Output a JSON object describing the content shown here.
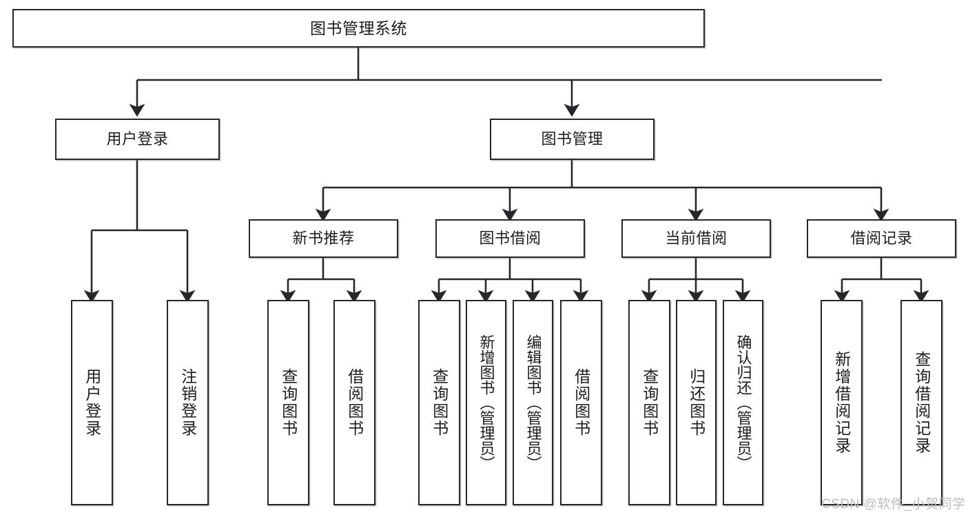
{
  "diagram": {
    "type": "tree-hierarchy",
    "title": "图书管理系统",
    "watermark": "CSDN @软件_小贺同学",
    "colors": {
      "stroke": "#26272b",
      "background": "#ffffff",
      "text": "#1c1d21",
      "watermark": "#b9bcc1"
    },
    "nodes": {
      "root": {
        "label": "图书管理系统"
      },
      "level1": [
        {
          "label": "用户登录"
        },
        {
          "label": "图书管理"
        }
      ],
      "level2": [
        {
          "label": "新书推荐"
        },
        {
          "label": "图书借阅"
        },
        {
          "label": "当前借阅"
        },
        {
          "label": "借阅记录"
        }
      ],
      "leaves": {
        "user_login": [
          {
            "label": "用户登录"
          },
          {
            "label": "注销登录"
          }
        ],
        "new_book_recommend": [
          {
            "label": "查询图书"
          },
          {
            "label": "借阅图书"
          }
        ],
        "book_borrow": [
          {
            "label": "查询图书"
          },
          {
            "label": "新增图书（管理员）"
          },
          {
            "label": "编辑图书（管理员）"
          },
          {
            "label": "借阅图书"
          }
        ],
        "current_borrow": [
          {
            "label": "查询图书"
          },
          {
            "label": "归还图书"
          },
          {
            "label": "确认归还（管理员）"
          }
        ],
        "borrow_record": [
          {
            "label": "新增借阅记录"
          },
          {
            "label": "查询借阅记录"
          }
        ]
      }
    }
  }
}
